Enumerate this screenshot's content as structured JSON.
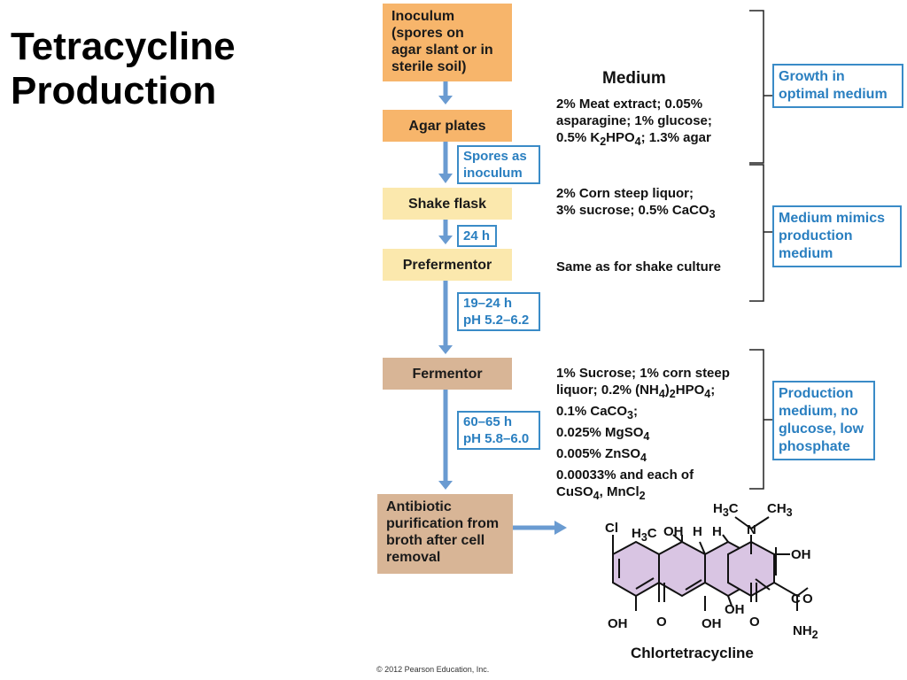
{
  "title": {
    "line1": "Tetracycline",
    "line2": "Production"
  },
  "steps": [
    {
      "line1": "Inoculum",
      "line2": "(spores on",
      "line3": "agar slant or in",
      "line4": "sterile soil)",
      "color": "#f7b56b"
    },
    {
      "label": "Agar plates",
      "color": "#f7b56b"
    },
    {
      "label": "Shake flask",
      "color": "#fbe8ad"
    },
    {
      "label": "Prefermentor",
      "color": "#fbe8ad"
    },
    {
      "label": "Fermentor",
      "color": "#d8b596"
    },
    {
      "line1": "Antibiotic",
      "line2": "purification from",
      "line3": "broth after cell",
      "line4": "removal",
      "color": "#d8b596"
    }
  ],
  "transitions": [
    {
      "line1": "Spores as",
      "line2": "inoculum"
    },
    {
      "line1": "24 h"
    },
    {
      "line1": "19–24 h",
      "line2": "pH 5.2–6.2"
    },
    {
      "line1": "60–65 h",
      "line2": "pH 5.8–6.0"
    }
  ],
  "medium": {
    "heading": "Medium",
    "m1": [
      "2% Meat extract; 0.05%",
      "asparagine; 1% glucose;",
      "0.5% K",
      "2",
      "HPO",
      "4",
      "; 1.3% agar"
    ],
    "m2": [
      "2% Corn steep liquor;",
      "3% sucrose; 0.5% CaCO",
      "3"
    ],
    "m3": "Same as for shake culture",
    "m4": [
      "1% Sucrose; 1% corn steep",
      "liquor; 0.2% (NH",
      "4",
      ")",
      "2",
      "HPO",
      "4",
      ";",
      "0.1% CaCO",
      "3",
      ";",
      "0.025% MgSO",
      "4",
      "0.005% ZnSO",
      "4",
      "0.00033% and each of",
      "CuSO",
      "4",
      ", MnCl",
      "2"
    ]
  },
  "notes": [
    {
      "line1": "Growth in",
      "line2": "optimal medium"
    },
    {
      "line1": "Medium mimics",
      "line2": "production",
      "line3": "medium"
    },
    {
      "line1": "Production",
      "line2": "medium, no",
      "line3": "glucose, low",
      "line4": "phosphate"
    }
  ],
  "molecule": {
    "name": "Chlortetracycline",
    "labels": {
      "cl": "Cl",
      "h3c_left": "H",
      "h3c_left_sub": "3",
      "h3c_left_c": "C",
      "oh_top": "OH",
      "h1": "H",
      "h2": "H",
      "n": "N",
      "h3c_n": "H",
      "h3c_n_sub": "3",
      "h3c_n_c": "C",
      "ch3": "CH",
      "ch3_sub": "3",
      "oh_right": "OH",
      "c": "C",
      "o_amide": "O",
      "nh2": "NH",
      "nh2_sub": "2",
      "oh_b1": "OH",
      "o_b1": "O",
      "oh_b2": "OH",
      "oh_mid": "OH",
      "o_b2": "O"
    },
    "ring_fill": "#d9c5e3",
    "dbl_color": "#111111"
  },
  "copyright": "© 2012 Pearson Education, Inc.",
  "colors": {
    "arrow": "#6a9bd1",
    "accent_blue": "#2a7fc0"
  }
}
